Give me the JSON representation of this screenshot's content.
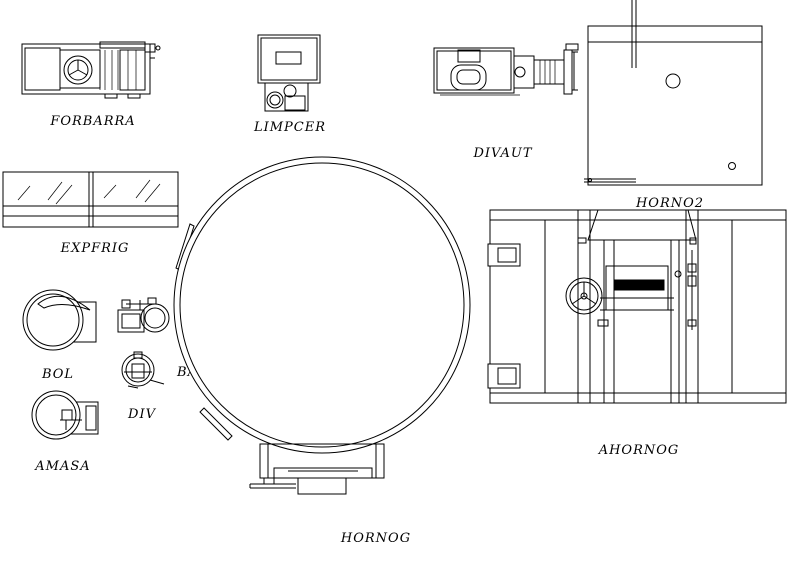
{
  "labels": {
    "forbarra": "FORBARRA",
    "limpcer": "LIMPCER",
    "divaut": "DIVAUT",
    "horno2": "HORNO2",
    "expfrig": "EXPFRIG",
    "bol": "BOL",
    "bat": "BAT",
    "div": "DIV",
    "amasa": "AMASA",
    "ahornog": "AHORNOG",
    "hornog": "HORNOG"
  },
  "colors": {
    "stroke": "#000000",
    "background": "#ffffff"
  }
}
